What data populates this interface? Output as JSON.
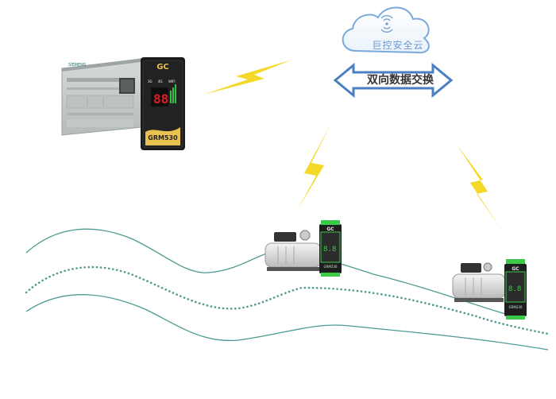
{
  "cloud": {
    "label": "巨控安全云",
    "icon": "wifi-signal-icon",
    "color": "#6a98d0"
  },
  "exchange": {
    "label": "双向数据交换",
    "arrow_color": "#4a7fc1"
  },
  "plc": {
    "brand": "SIEMENS",
    "body_color": "#c8cccc"
  },
  "gateway_main": {
    "logo": "GC",
    "model": "GRM530",
    "signal_labels": [
      "3G",
      "4G",
      "WIFI"
    ],
    "accent": "#e8c250"
  },
  "gateway_small": {
    "logo": "GC",
    "model": "GRM230",
    "accent": "#3cc94a"
  },
  "lightning_color": "#f4d82a",
  "colors": {
    "line": "#4d9a90"
  }
}
